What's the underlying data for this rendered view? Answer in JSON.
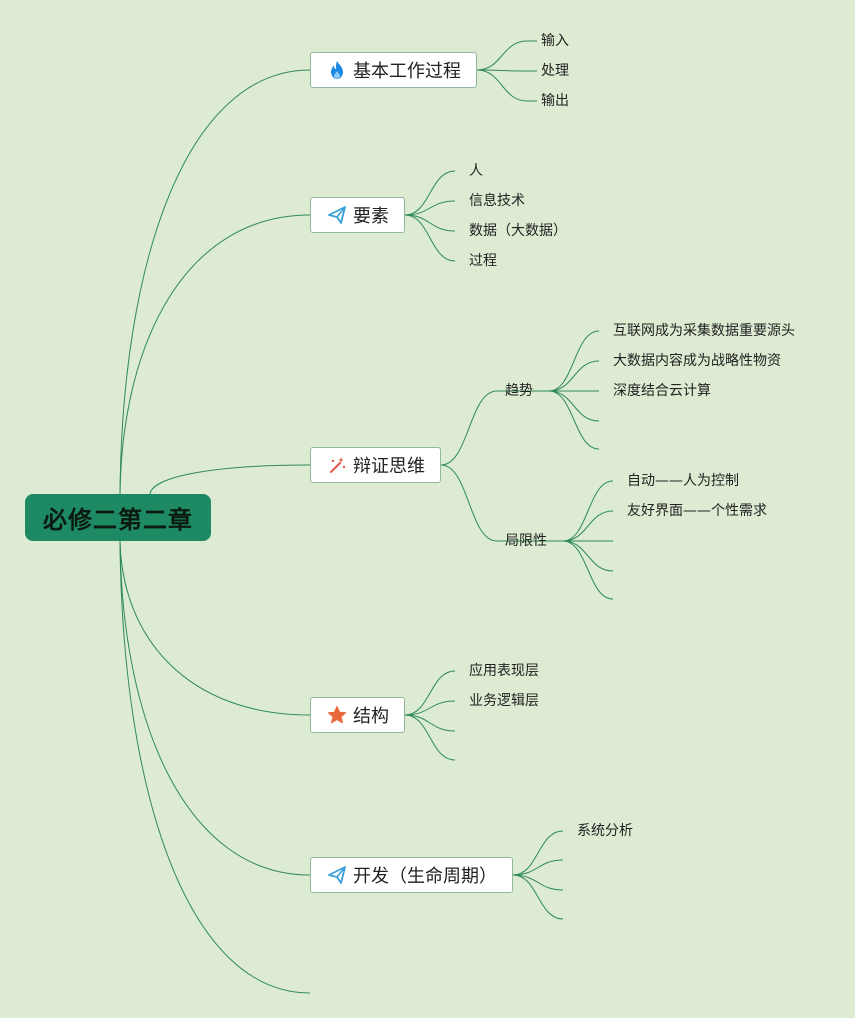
{
  "root": {
    "label": "必修二第二章"
  },
  "branches": [
    {
      "label": "基本工作过程",
      "icon": "flame-icon",
      "children": [
        "输入",
        "处理",
        "输出"
      ]
    },
    {
      "label": "要素",
      "icon": "paper-plane-icon",
      "children": [
        "人",
        "信息技术",
        "数据（大数据）",
        "过程"
      ]
    },
    {
      "label": "辩证思维",
      "icon": "magic-wand-icon",
      "subbranches": [
        {
          "label": "趋势",
          "children": [
            "互联网成为采集数据重要源头",
            "大数据内容成为战略性物资",
            "深度结合云计算",
            ""
          ]
        },
        {
          "label": "局限性",
          "children": [
            "自动——人为控制",
            "友好界面——个性需求",
            "",
            "",
            ""
          ]
        }
      ]
    },
    {
      "label": "结构",
      "icon": "star-icon",
      "children": [
        "应用表现层",
        "业务逻辑层",
        ""
      ]
    },
    {
      "label": "开发（生命周期）",
      "icon": "paper-plane-icon",
      "children": [
        "系统分析",
        "",
        "",
        ""
      ]
    }
  ],
  "colors": {
    "line": "#2e8b57",
    "root_bg": "#1e8a63",
    "background": "#dcebd2",
    "flame": "#1e88e5",
    "plane": "#3aa0d8",
    "wand": "#e05a47",
    "star": "#e8683a"
  }
}
